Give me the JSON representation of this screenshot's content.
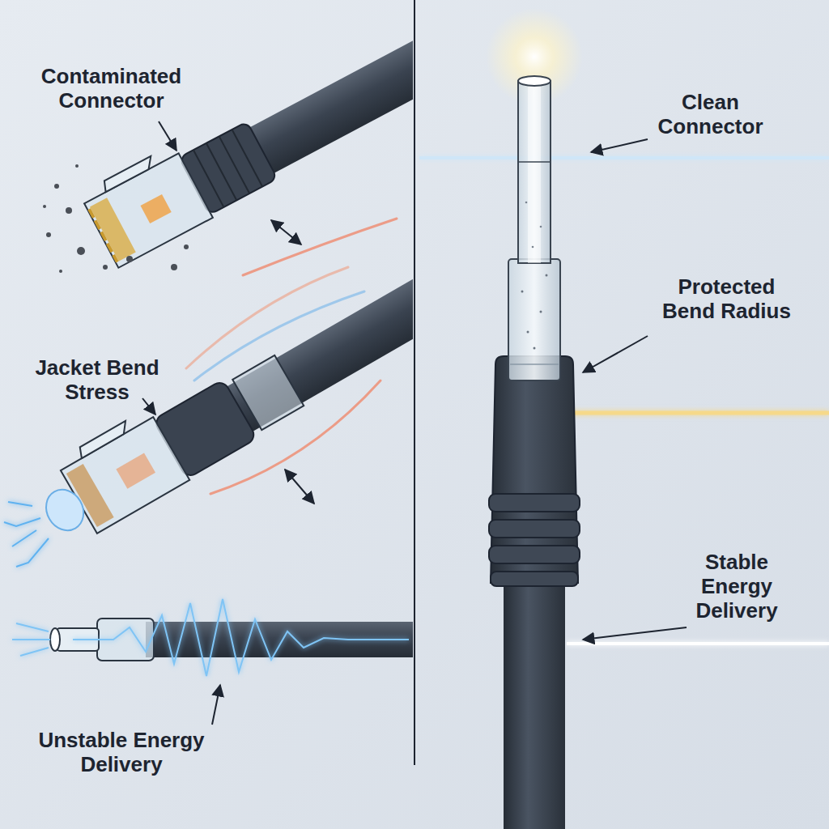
{
  "diagram": {
    "labels": [
      "Contaminated Connector",
      "Jacket Bend Stress",
      "Unstable Energy Delivery",
      "Clean Connector",
      "Protected Bend Radius",
      "Stable Energy Delivery"
    ]
  }
}
